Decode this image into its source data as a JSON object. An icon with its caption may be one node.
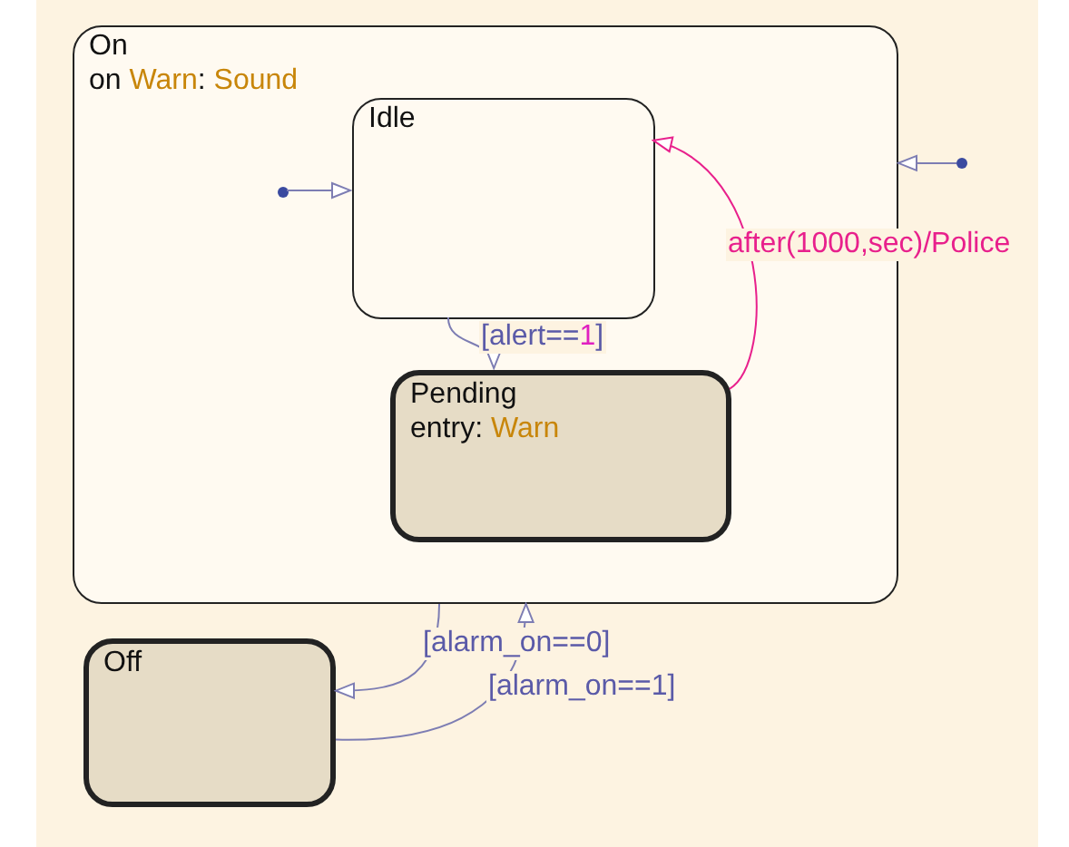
{
  "diagram": {
    "nodes": [
      {
        "text": [
          "On",
          "on *Warn*: *Sound*"
        ]
      },
      {
        "text": [
          "Idle"
        ],
        "in": 0
      },
      {
        "text": [
          "Pending",
          "entry: *Warn*"
        ],
        "in": 0
      },
      {
        "text": [
          "Off"
        ]
      },
      {
        "text": [],
        "shape": "circle",
        "in": 0
      },
      {
        "text": [],
        "shape": "circle"
      }
    ],
    "edges": [
      {
        "from": 4,
        "to": 1,
        "arrow": "to"
      },
      {
        "from": 1,
        "to": 2,
        "arrow": "to",
        "label": "[alert==*1*]"
      },
      {
        "from": 2,
        "to": 1,
        "arrow": "to",
        "label": "after(1000,sec)/Police",
        "color": "#e8208c"
      },
      {
        "from": 5,
        "to": 0,
        "arrow": "to"
      },
      {
        "from": 0,
        "to": 3,
        "arrow": "to",
        "label": "[alarm_on==0]"
      },
      {
        "from": 3,
        "to": 0,
        "arrow": "to",
        "label": "[alarm_on==1]"
      }
    ]
  }
}
